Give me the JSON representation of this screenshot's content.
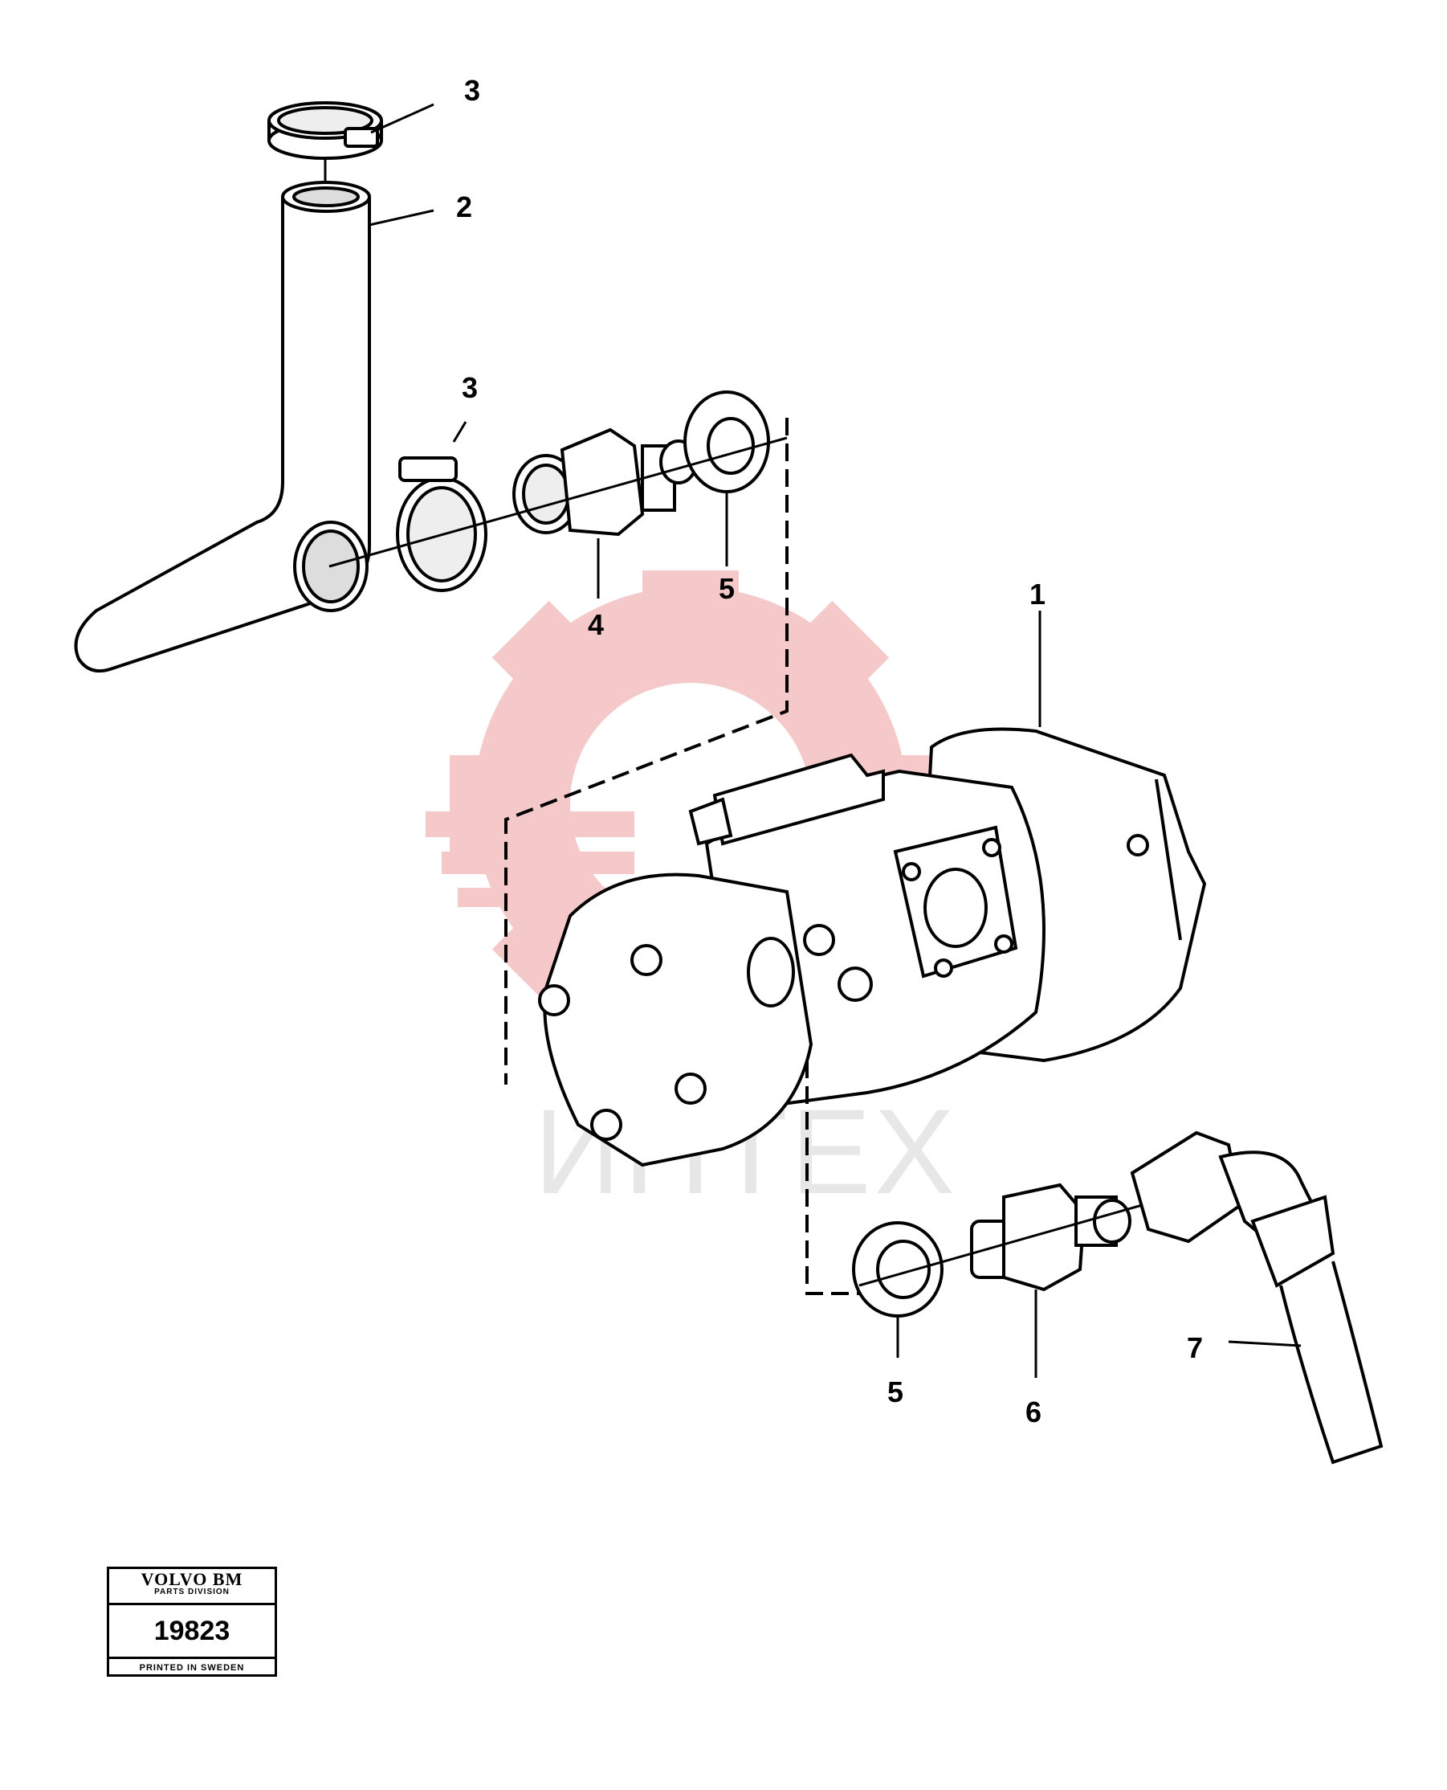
{
  "callouts": {
    "c1": "1",
    "c2": "2",
    "c3a": "3",
    "c3b": "3",
    "c4": "4",
    "c5a": "5",
    "c5b": "5",
    "c6": "6",
    "c7": "7"
  },
  "watermark": {
    "text": "ИНТЕХ",
    "color": "#f2b8b8"
  },
  "plate": {
    "brand": "VOLVO BM",
    "division": "PARTS DIVISION",
    "number": "19823",
    "footer": "PRINTED IN SWEDEN"
  }
}
